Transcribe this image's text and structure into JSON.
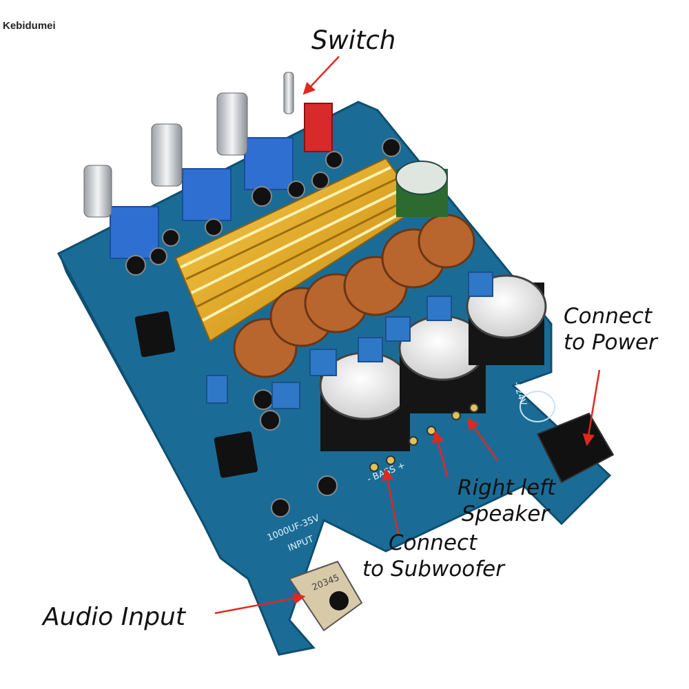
{
  "brand": "Kebidumei",
  "labels": {
    "switch": "Switch",
    "power_line1": "Connect",
    "power_line2": "to Power",
    "speaker_line1": "Right left",
    "speaker_line2": "Speaker",
    "subwoofer_line1": "Connect",
    "subwoofer_line2": "to Subwoofer",
    "audio_input": "Audio Input"
  },
  "board_print": {
    "input": "INPUT",
    "jack_code": "20345",
    "voltage": "+24V",
    "bass": "- BASS +",
    "cap_rating": "1000UF-35V"
  },
  "colors": {
    "pcb": "#1c6f9a",
    "heatsink": "#e0a92a",
    "copper_coil": "#b8652e",
    "pot_body": "#2f6fd1",
    "arrow": "#e0281e"
  }
}
